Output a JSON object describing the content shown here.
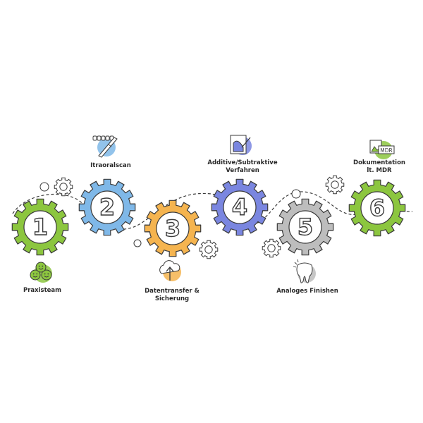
{
  "steps": [
    {
      "number": "1",
      "label_lines": [
        "Praxisteam"
      ],
      "color": "#8cc63f",
      "icon": "smiley-faces-icon"
    },
    {
      "number": "2",
      "label_lines": [
        "Itraoralscan"
      ],
      "color": "#7fb8e8",
      "icon": "intraoral-scanner-icon"
    },
    {
      "number": "3",
      "label_lines": [
        "Datentransfer &",
        "Sicherung"
      ],
      "color": "#f5b44f",
      "icon": "cloud-upload-icon"
    },
    {
      "number": "4",
      "label_lines": [
        "Additive/Subtraktive",
        "Verfahren"
      ],
      "color": "#7a86e0",
      "icon": "milling-printing-icon"
    },
    {
      "number": "5",
      "label_lines": [
        "Analoges Finishen"
      ],
      "color": "#bdbdbd",
      "icon": "tooth-icon"
    },
    {
      "number": "6",
      "label_lines": [
        "Dokumentation",
        "lt. MDR"
      ],
      "color": "#8cc63f",
      "icon": "mdr-document-icon"
    }
  ],
  "colors": {
    "outline": "#3a3a3a",
    "small_gear_fill": "#ffffff",
    "path_dash": "#3a3a3a"
  }
}
